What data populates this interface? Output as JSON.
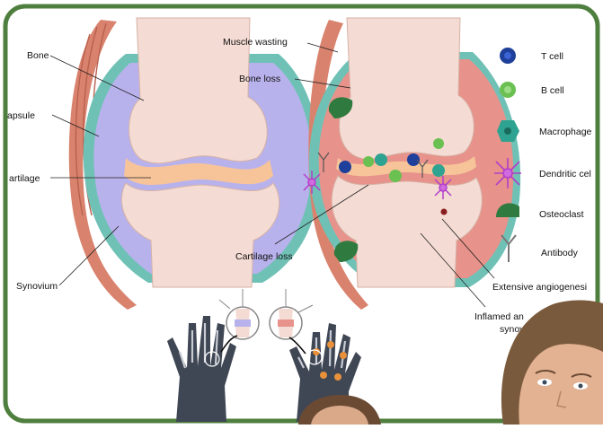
{
  "colors": {
    "frame": "#4f7f3f",
    "bone": "#f4dbd3",
    "cartilage": "#f7c49a",
    "synovial_fluid_healthy": "#b8b2ec",
    "synovial_fluid_inflamed": "#e7928a",
    "capsule": "#6fc1b6",
    "muscle": "#d9826d",
    "t_cell": "#1e3f9a",
    "b_cell": "#6ac050",
    "macrophage": "#2fa391",
    "dendritic_cell": "#b23fc9",
    "osteoclast": "#2f7a3f"
  },
  "healthy_joint_labels": {
    "bone": "Bone",
    "capsule": "apsule",
    "cartilage": "artilage",
    "synovium": "Synovium"
  },
  "arthritic_joint_labels": {
    "muscle_wasting": "Muscle wasting",
    "bone_loss": "Bone loss",
    "cartilage_loss": "Cartilage loss",
    "extensive_angiogenesis": "Extensive  angiogenesi",
    "inflamed_synovium_line1": "Inflamed an",
    "inflamed_synovium_line2": "synovi"
  },
  "legend": [
    {
      "icon": "t-cell-icon",
      "label": "T cell"
    },
    {
      "icon": "b-cell-icon",
      "label": "B cell"
    },
    {
      "icon": "macrophage-icon",
      "label": "Macrophage"
    },
    {
      "icon": "dendritic-cell-icon",
      "label": "Dendritic cel"
    },
    {
      "icon": "osteoclast-icon",
      "label": "Osteoclast"
    },
    {
      "icon": "antibody-icon",
      "label": "Antibody"
    }
  ]
}
